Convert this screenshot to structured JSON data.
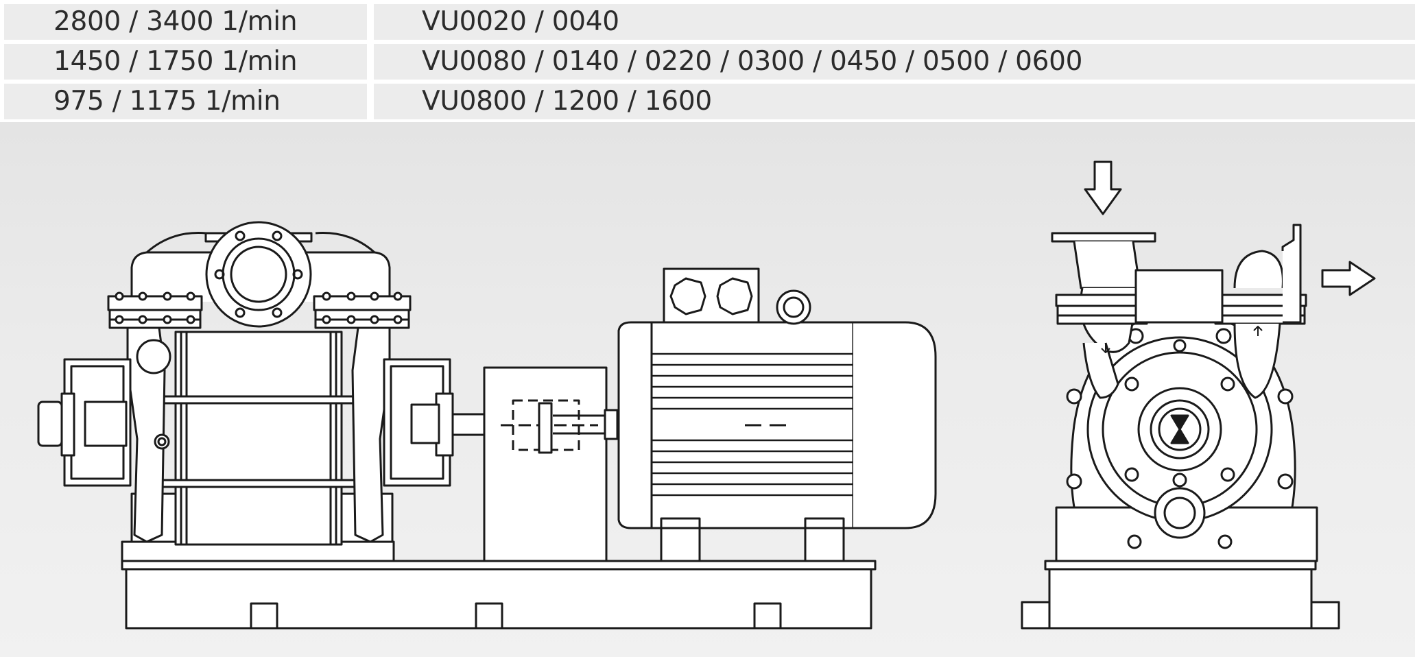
{
  "speed_table": {
    "rows": [
      {
        "speed": "2800 / 3400 1/min",
        "models": "VU0020 / 0040"
      },
      {
        "speed": "1450 / 1750 1/min",
        "models": "VU0080 / 0140 / 0220 / 0300 / 0450 / 0500 / 0600"
      },
      {
        "speed": "975 / 1175 1/min",
        "models": "VU0800 / 1200 / 1600"
      }
    ]
  },
  "figure": {
    "views": [
      "side-view",
      "end-view"
    ],
    "flow_arrows": [
      "inlet-down-arrow",
      "outlet-right-arrow"
    ],
    "line_color": "#1a1a1a",
    "background_color": "#e9e9e9"
  }
}
